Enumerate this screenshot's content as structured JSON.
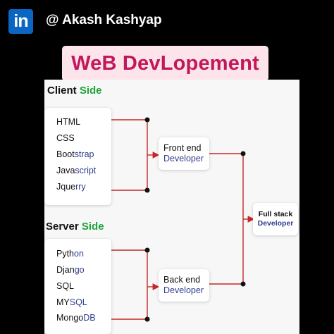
{
  "header": {
    "logo_text": "in",
    "handle": "@ Akash Kashyap"
  },
  "title": "WeB DevLopement",
  "client": {
    "title_prefix": "Client ",
    "title_accent": "Side",
    "items": [
      {
        "plain": "HTML",
        "accent": ""
      },
      {
        "plain": "CSS",
        "accent": ""
      },
      {
        "plain": "Boot",
        "accent": "strap"
      },
      {
        "plain": "Java",
        "accent": "script"
      },
      {
        "plain": "Jque",
        "accent": "rry"
      }
    ]
  },
  "server": {
    "title_prefix": "Server ",
    "title_accent": "Side",
    "items": [
      {
        "plain": "Pyth",
        "accent": "on"
      },
      {
        "plain": "Djan",
        "accent": "go"
      },
      {
        "plain": "SQL",
        "accent": ""
      },
      {
        "plain": "MY",
        "accent": "SQL"
      },
      {
        "plain": "Mongo",
        "accent": "DB"
      }
    ]
  },
  "nodes": {
    "front_end": {
      "line1": "Front end",
      "line2": "Developer"
    },
    "back_end": {
      "line1": "Back end",
      "line2": "Developer"
    },
    "full_stack": {
      "line1": "Full stack",
      "line2": "Developer"
    }
  },
  "colors": {
    "linkedin": "#0a66c2",
    "title_bg": "#fde3ea",
    "title_text": "#c2185b",
    "accent_green": "#1fa33b",
    "accent_blue": "#2f3d8f",
    "connector": "#c62828"
  }
}
